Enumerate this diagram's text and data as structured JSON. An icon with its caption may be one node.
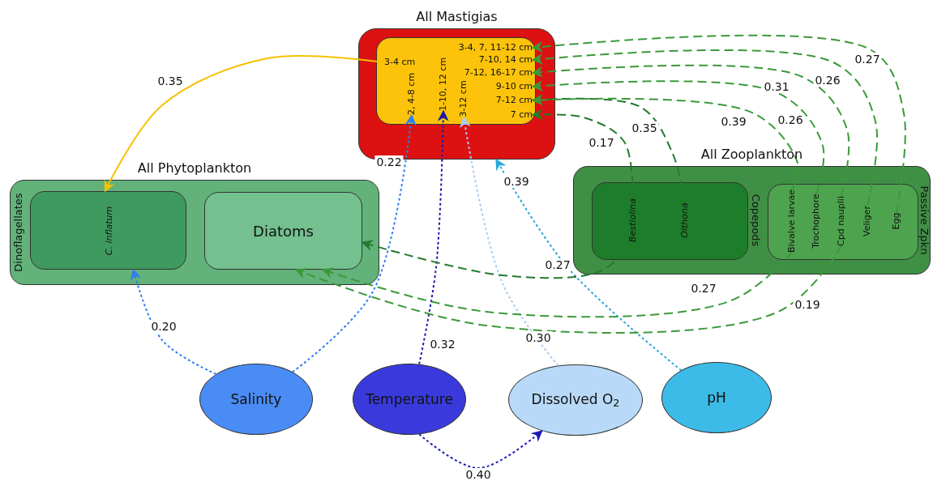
{
  "diagram": {
    "nodes": [
      {
        "text": [
          "All Mastigias"
        ]
      },
      {
        "text": [],
        "shape": "box",
        "in": 0
      },
      {
        "text": [
          "3-4 cm"
        ],
        "in": 1
      },
      {
        "text": [
          "2, 4-8 cm"
        ],
        "in": 1
      },
      {
        "text": [
          "1-10, 12 cm"
        ],
        "in": 1
      },
      {
        "text": [
          "3-12 cm"
        ],
        "in": 1
      },
      {
        "text": [
          "3-4, 7, 11-12 cm"
        ],
        "in": 1
      },
      {
        "text": [
          "7-10, 14 cm"
        ],
        "in": 1
      },
      {
        "text": [
          "7-12, 16-17 cm"
        ],
        "in": 1
      },
      {
        "text": [
          "9-10 cm"
        ],
        "in": 1
      },
      {
        "text": [
          "7-12 cm"
        ],
        "in": 1
      },
      {
        "text": [
          "7 cm"
        ],
        "in": 1
      },
      {
        "text": [
          "All Phytoplankton"
        ]
      },
      {
        "text": [
          "C. inflatum"
        ],
        "beside": [
          "Dinoflagellates"
        ],
        "in": 12
      },
      {
        "text": [
          "Diatoms"
        ],
        "in": 12
      },
      {
        "text": [
          "All Zooplankton"
        ]
      },
      {
        "text": [],
        "shape": "box",
        "beside": [
          "Copepods"
        ],
        "in": 15
      },
      {
        "text": [
          "Bestiolina"
        ],
        "in": 16
      },
      {
        "text": [
          "Oithona"
        ],
        "in": 16
      },
      {
        "text": [],
        "shape": "box",
        "beside": [
          "Passive Zpkn"
        ],
        "in": 15
      },
      {
        "text": [
          "Bivalve larvae"
        ],
        "in": 19
      },
      {
        "text": [
          "Trochophore"
        ],
        "in": 19
      },
      {
        "text": [
          "Cpd nauplii"
        ],
        "in": 19
      },
      {
        "text": [
          "Veliger"
        ],
        "in": 19
      },
      {
        "text": [
          "Egg"
        ],
        "in": 19
      },
      {
        "text": [
          "Salinity"
        ]
      },
      {
        "text": [
          "Temperature"
        ]
      },
      {
        "text": [
          "Dissolved O$_{2}$"
        ]
      },
      {
        "text": [
          "pH"
        ]
      }
    ],
    "edges": [
      {
        "from": 2,
        "to": 13,
        "arrow": "to",
        "label": "0.35",
        "color": "#f5c200"
      },
      {
        "from": 25,
        "to": 13,
        "arrow": "to",
        "label": "0.20",
        "style": "dashed",
        "color": "#2f7fef"
      },
      {
        "from": 25,
        "to": 3,
        "arrow": "to",
        "label": "0.22",
        "style": "dashed",
        "color": "#2f7fef"
      },
      {
        "from": 26,
        "to": 4,
        "arrow": "to",
        "label": "0.32",
        "style": "dashed",
        "color": "#1a1aa8"
      },
      {
        "from": 27,
        "to": 5,
        "arrow": "to",
        "label": "0.30",
        "style": "dashed",
        "color": "#a8cdf0"
      },
      {
        "from": 28,
        "to": 0,
        "arrow": "to",
        "label": "0.39",
        "style": "dashed",
        "color": "#29a8d8"
      },
      {
        "from": 26,
        "to": 27,
        "arrow": "to",
        "label": "0.40",
        "style": "dashed",
        "color": "#1a1ab8"
      },
      {
        "from": 17,
        "to": 11,
        "arrow": "to",
        "label": "0.17",
        "style": "dashed",
        "color": "#237a2e"
      },
      {
        "from": 18,
        "to": 10,
        "arrow": "to",
        "label": "0.35",
        "style": "dashed",
        "color": "#237a2e"
      },
      {
        "from": 20,
        "to": 10,
        "arrow": "to",
        "label": "0.39",
        "style": "dashed"
      },
      {
        "from": 21,
        "to": 9,
        "arrow": "to",
        "label": "0.26",
        "style": "dashed"
      },
      {
        "from": 22,
        "to": 8,
        "arrow": "to",
        "label": "0.31",
        "style": "dashed"
      },
      {
        "from": 23,
        "to": 7,
        "arrow": "to",
        "label": "0.26",
        "style": "dashed"
      },
      {
        "from": 24,
        "to": 6,
        "arrow": "to",
        "label": "0.27",
        "style": "dashed"
      },
      {
        "from": 17,
        "to": 14,
        "arrow": "to",
        "label": "0.27",
        "style": "dashed",
        "color": "#237a2e"
      },
      {
        "from": 20,
        "to": 14,
        "arrow": "to",
        "label": "0.27",
        "style": "dashed"
      },
      {
        "from": 22,
        "to": 14,
        "arrow": "to",
        "label": "0.19",
        "style": "dashed"
      }
    ]
  }
}
